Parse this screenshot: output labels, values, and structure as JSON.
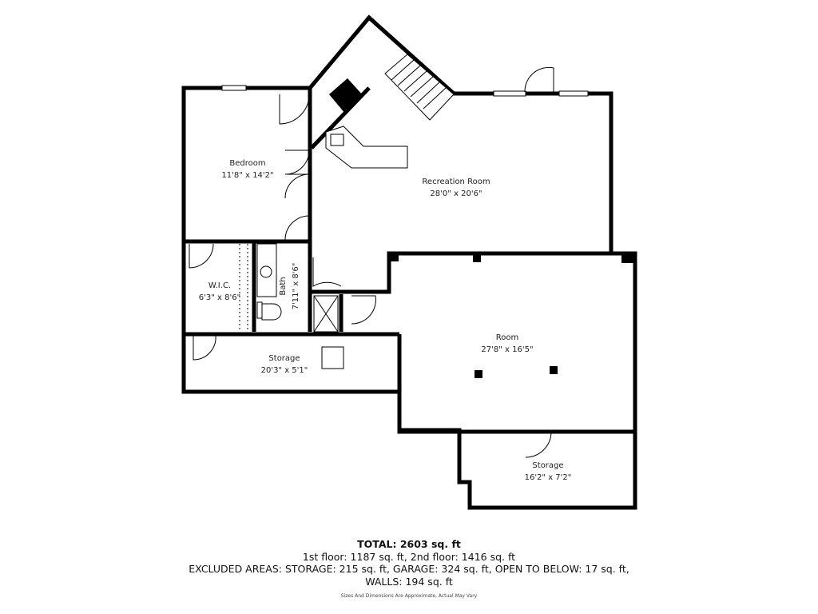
{
  "rooms": [
    {
      "name": "Bedroom",
      "dims": "11'8\" x 14'2\""
    },
    {
      "name": "Recreation Room",
      "dims": "28'0\" x 20'6\""
    },
    {
      "name": "W.I.C.",
      "dims": "6'3\" x 8'6\""
    },
    {
      "name": "Bath",
      "dims": "7'11\" x 8'6\""
    },
    {
      "name": "Storage",
      "dims": "20'3\" x 5'1\""
    },
    {
      "name": "Room",
      "dims": "27'8\" x 16'5\""
    },
    {
      "name": "Storage",
      "dims": "16'2\" x 7'2\""
    }
  ],
  "summary": {
    "total": "TOTAL: 2603 sq. ft",
    "floors": "1st floor: 1187 sq. ft, 2nd floor: 1416 sq. ft",
    "excluded": "EXCLUDED AREAS: STORAGE: 215 sq. ft, GARAGE: 324 sq. ft, OPEN TO BELOW: 17 sq. ft,",
    "walls": "WALLS: 194 sq. ft",
    "disclaimer": "Sizes And Dimensions Are Approximate, Actual May Vary"
  }
}
